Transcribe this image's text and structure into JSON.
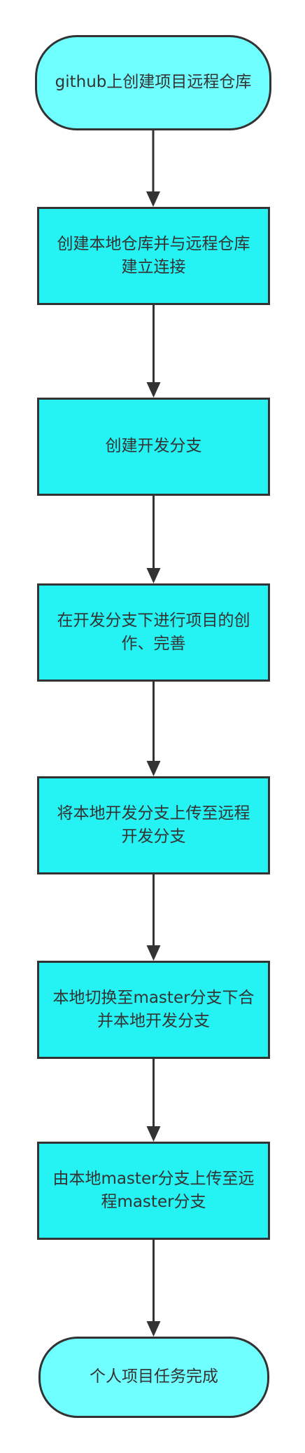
{
  "flowchart": {
    "nodes": [
      {
        "id": "n1",
        "shape": "terminal",
        "label": "github上创建项目远程仓库"
      },
      {
        "id": "n2",
        "shape": "process",
        "label": "创建本地仓库并与远程仓库建立连接"
      },
      {
        "id": "n3",
        "shape": "process",
        "label": "创建开发分支"
      },
      {
        "id": "n4",
        "shape": "process",
        "label": "在开发分支下进行项目的创作、完善"
      },
      {
        "id": "n5",
        "shape": "process",
        "label": "将本地开发分支上传至远程开发分支"
      },
      {
        "id": "n6",
        "shape": "process",
        "label": "本地切换至master分支下合并本地开发分支"
      },
      {
        "id": "n7",
        "shape": "process",
        "label": "由本地master分支上传至远程master分支"
      },
      {
        "id": "n8",
        "shape": "terminal",
        "label": "个人项目任务完成"
      }
    ],
    "edges": [
      {
        "from": "n1",
        "to": "n2"
      },
      {
        "from": "n2",
        "to": "n3"
      },
      {
        "from": "n3",
        "to": "n4"
      },
      {
        "from": "n4",
        "to": "n5"
      },
      {
        "from": "n5",
        "to": "n6"
      },
      {
        "from": "n6",
        "to": "n7"
      },
      {
        "from": "n7",
        "to": "n8"
      }
    ],
    "colors": {
      "terminal_fill": "#70ffff",
      "process_fill": "#25f2f2",
      "stroke": "#333333",
      "text": "#333333"
    }
  }
}
